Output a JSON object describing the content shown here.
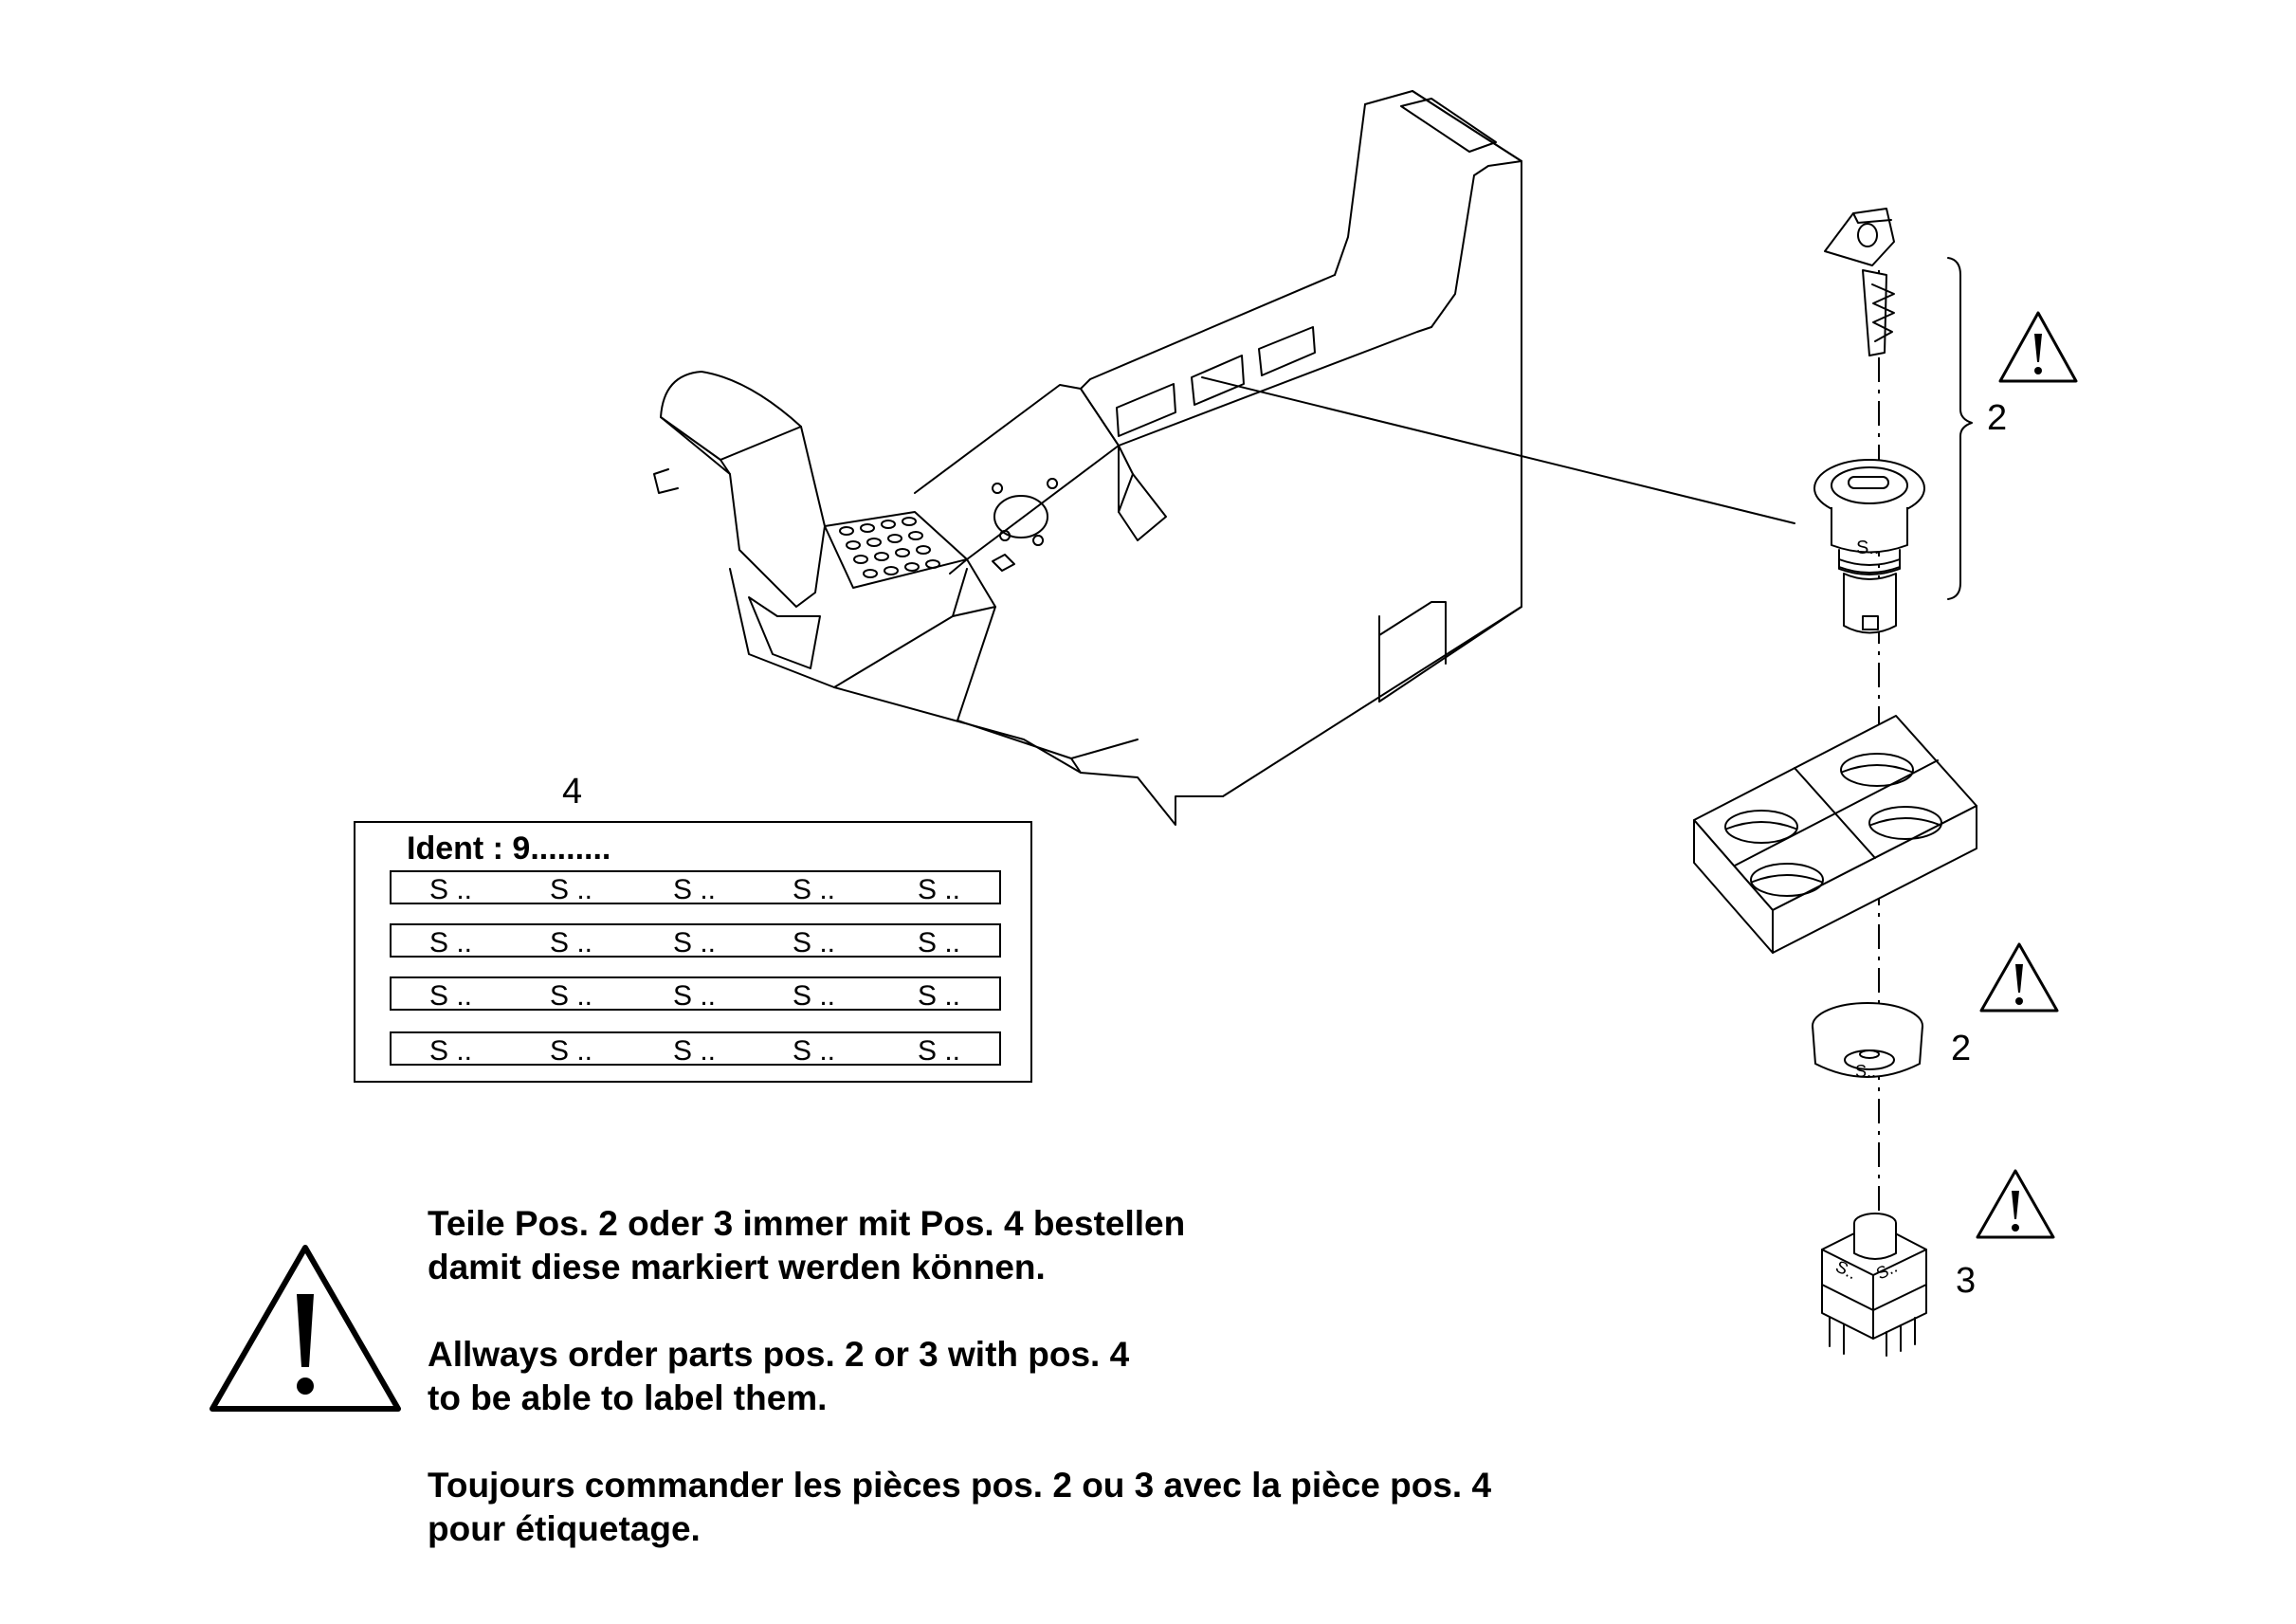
{
  "callouts": {
    "pos4": "4",
    "pos2_key": "2",
    "pos2_cap": "2",
    "pos3": "3"
  },
  "label_sheet": {
    "ident": "Ident : 9.........",
    "rows": [
      [
        "S ..",
        "S ..",
        "S ..",
        "S ..",
        "S .."
      ],
      [
        "S ..",
        "S ..",
        "S ..",
        "S ..",
        "S .."
      ],
      [
        "S ..",
        "S ..",
        "S ..",
        "S ..",
        "S .."
      ],
      [
        "S ..",
        "S ..",
        "S ..",
        "S ..",
        "S .."
      ]
    ]
  },
  "part_marks": {
    "lock": "S..",
    "cap": "S..",
    "switch_a": "S..",
    "switch_b": "S.."
  },
  "notes": {
    "de": [
      "Teile Pos. 2 oder 3 immer mit Pos. 4 bestellen",
      "damit diese markiert werden können."
    ],
    "en": [
      "Allways order parts pos. 2 or 3 with pos. 4",
      "to be able to label them."
    ],
    "fr": [
      "Toujours commander les pièces pos. 2 ou 3 avec la pièce pos. 4",
      "pour étiquetage."
    ]
  },
  "icons": [
    "warning-triangle-icon",
    "key-icon"
  ]
}
